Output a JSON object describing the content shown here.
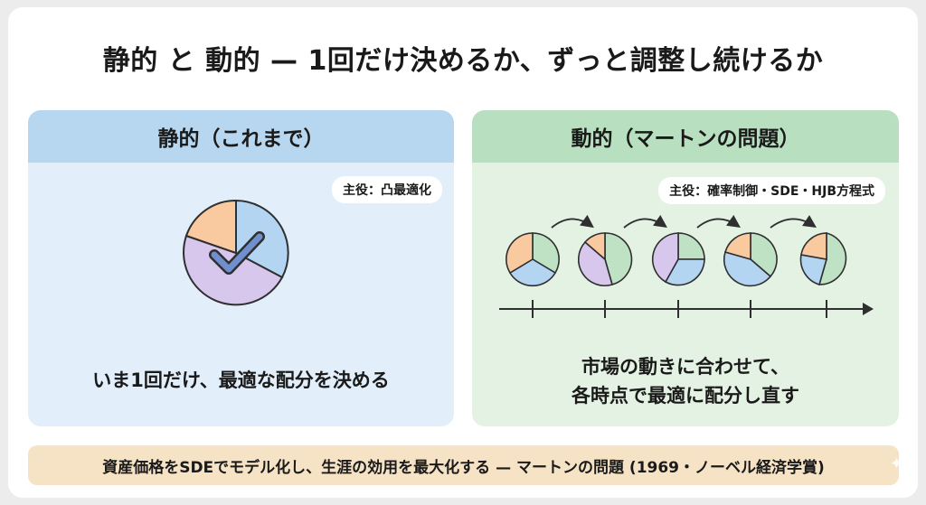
{
  "title": "静的 と 動的 — 1回だけ決めるか、ずっと調整し続けるか",
  "left_panel": {
    "header": "静的（これまで）",
    "badge": "主役：凸最適化",
    "caption": "いま1回だけ、最適な配分を決める"
  },
  "right_panel": {
    "header": "動的（マートンの問題）",
    "badge": "主役：確率制御・SDE・HJB方程式",
    "caption_line1": "市場の動きに合わせて、",
    "caption_line2": "各時点で最適に配分し直す"
  },
  "footer": "資産価格をSDEでモデル化し、生涯の効用を最大化する — マートンの問題 (1969・ノーベル経済学賞)",
  "colors": {
    "orange": "#f9c9a0",
    "purple": "#d8c7ec",
    "blue": "#b3d5f2",
    "green": "#bfe2c5",
    "checkmark": "#6f8fcf",
    "outline": "#2f2f2f"
  },
  "icons": [
    "checkmark-icon",
    "arrow-icon",
    "sparkle-icon"
  ]
}
